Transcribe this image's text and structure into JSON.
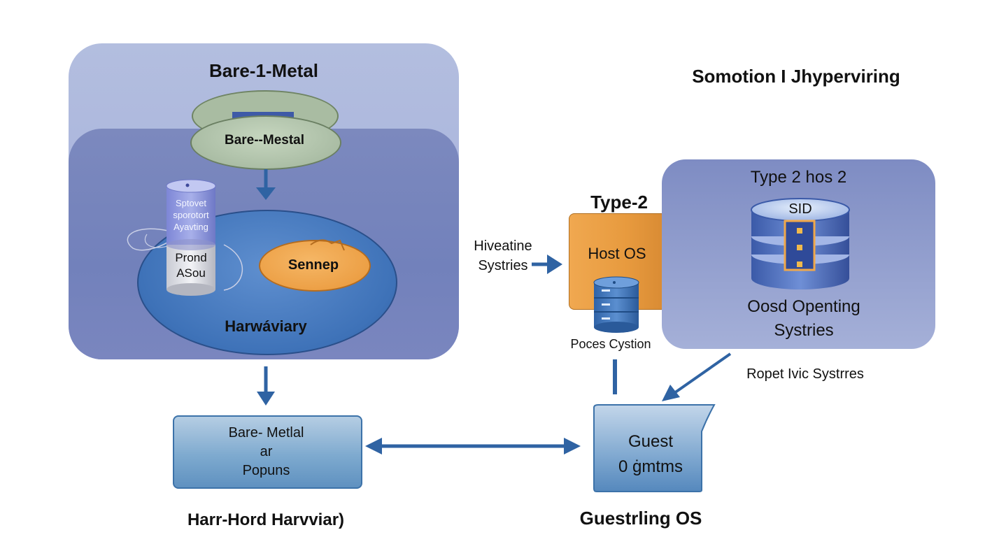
{
  "diagram": {
    "top_right_title": "Somotion I  Jhyperviring",
    "left_panel": {
      "title": "Bare-1-Metal",
      "oval_label": "Bare--Mestal",
      "cylinder_top_lines": [
        "Sptovet",
        "sporotort",
        "Ayavting"
      ],
      "cylinder_bottom_lines": [
        "Prond",
        "ASou"
      ],
      "orange_label": "Sennep",
      "ellipse_label": "Harwáviary"
    },
    "middle": {
      "type2_label": "Type-2",
      "host_os_label": "Host OS",
      "left_label_lines": [
        "Hiveatine",
        "Systries"
      ],
      "db_label": "Poces Cystion"
    },
    "right_panel": {
      "title": "Type 2 hos 2",
      "disk_label": "SID",
      "bottom_lines": [
        "Oosd Openting",
        "Systries"
      ]
    },
    "remote_label": "Ropet Ivic Systrres",
    "bare_metal_box_lines": [
      "Bare- Metlal",
      "ar",
      "Popuns"
    ],
    "bare_metal_caption": "Harr-Hord Harvviar)",
    "guest_doc_lines": [
      "Guest",
      "0 ġmtms"
    ],
    "guest_caption": "Guestrling OS",
    "colors": {
      "arrow": "#2f63a3",
      "host_orange": "#e99a3f",
      "panel_blue": "#7d89c0",
      "ellipse_blue": "#3e72b8"
    }
  }
}
